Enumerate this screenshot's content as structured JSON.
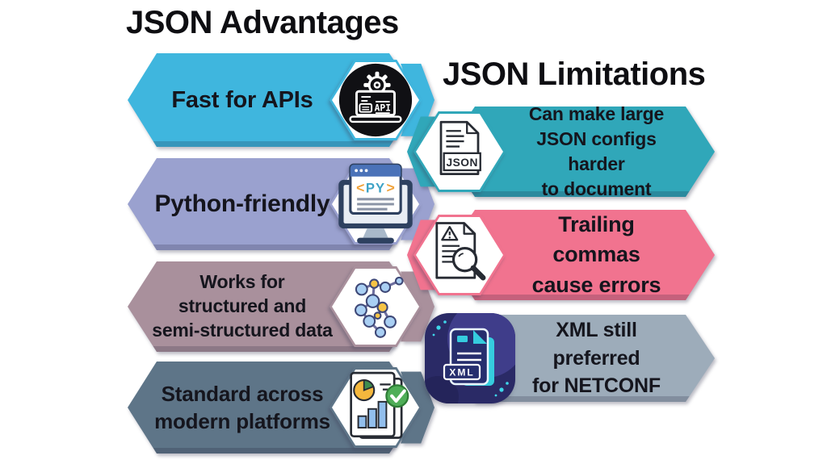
{
  "infographic": {
    "advantages": {
      "title": "JSON Advantages",
      "items": [
        {
          "label": "Fast for APIs",
          "color": "#3fb6de",
          "icon": "laptop-api-icon",
          "icon_text": "API"
        },
        {
          "label": "Python-friendly",
          "color": "#9aa1cf",
          "icon": "python-code-monitor-icon",
          "icon_bracket_open": "<",
          "icon_text": "PY",
          "icon_bracket_close": ">"
        },
        {
          "label": "Works for\nstructured and\nsemi-structured data",
          "color": "#a9909c",
          "icon": "molecule-network-icon"
        },
        {
          "label": "Standard across\nmodern platforms",
          "color": "#5e7588",
          "icon": "charts-report-icon"
        }
      ]
    },
    "limitations": {
      "title": "JSON Limitations",
      "items": [
        {
          "label": "Can make large\nJSON configs harder\nto document",
          "color": "#30a7b9",
          "icon": "json-file-icon",
          "icon_text": "JSON"
        },
        {
          "label": "Trailing commas\ncause errors",
          "color": "#f1738f",
          "icon": "error-scan-document-icon"
        },
        {
          "label": "XML still preferred\nfor NETCONF",
          "color": "#9dacba",
          "icon": "xml-file-icon",
          "icon_text": "XML"
        }
      ]
    }
  }
}
